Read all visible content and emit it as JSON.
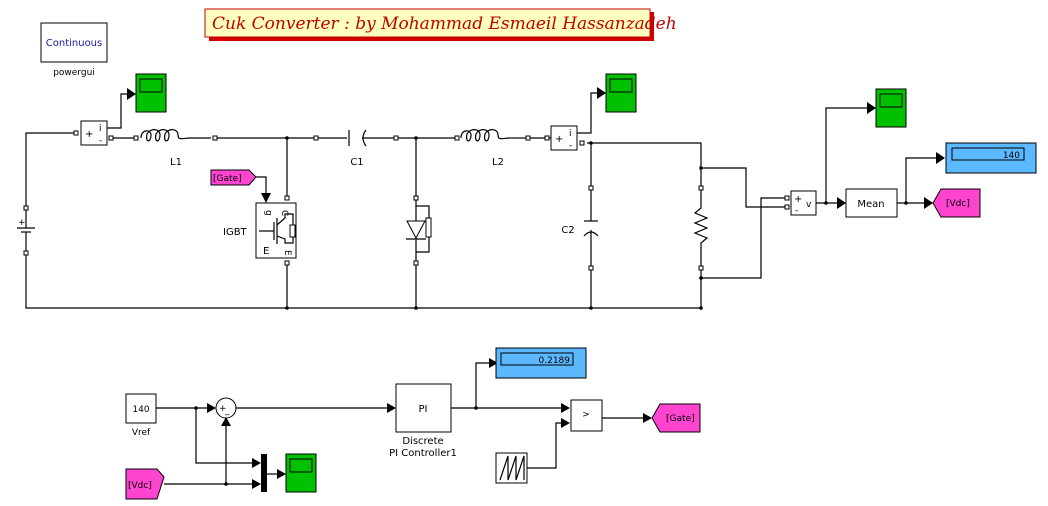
{
  "title": "Cuk Converter :  by  Mohammad Esmaeil Hassanzadeh",
  "colors": {
    "title_bg": "#ffffc0",
    "title_shadow": "#d00000",
    "title_text": "#c00000",
    "scope": "#00c000",
    "display": "#5cb8ff",
    "goto_tag": "#ff44d0"
  },
  "powergui": {
    "mode": "Continuous",
    "label": "powergui"
  },
  "circuit": {
    "current_meter_1": {
      "plus": "+",
      "minus": "-",
      "out": "i"
    },
    "current_meter_2": {
      "plus": "+",
      "minus": "-",
      "out": "i"
    },
    "voltage_meter": {
      "plus": "+",
      "minus": "-",
      "out": "v"
    },
    "dc_source": {
      "sign": "+"
    },
    "inductor_1": {
      "label": "L1"
    },
    "inductor_2": {
      "label": "L2"
    },
    "capacitor_1": {
      "label": "C1"
    },
    "capacitor_2": {
      "label": "C2"
    },
    "igbt": {
      "label": "IGBT",
      "port_g": "g",
      "port_c": "C",
      "port_e": "E",
      "port_e_small": "E"
    },
    "from_gate": {
      "label": "[Gate]"
    },
    "mean_block": {
      "label": "Mean"
    },
    "vdc_display": {
      "value": "140"
    },
    "goto_vdc": {
      "label": "[Vdc]"
    }
  },
  "control": {
    "vref": {
      "value": "140",
      "label": "Vref"
    },
    "sum": {
      "plus": "+",
      "minus": "_"
    },
    "from_vdc": {
      "label": "[Vdc]"
    },
    "pi": {
      "label": "PI",
      "caption_line1": "Discrete",
      "caption_line2": "PI Controller1"
    },
    "duty_display": {
      "value": "0.2189"
    },
    "compare": {
      "label": ">"
    },
    "goto_gate": {
      "label": "[Gate]"
    }
  }
}
